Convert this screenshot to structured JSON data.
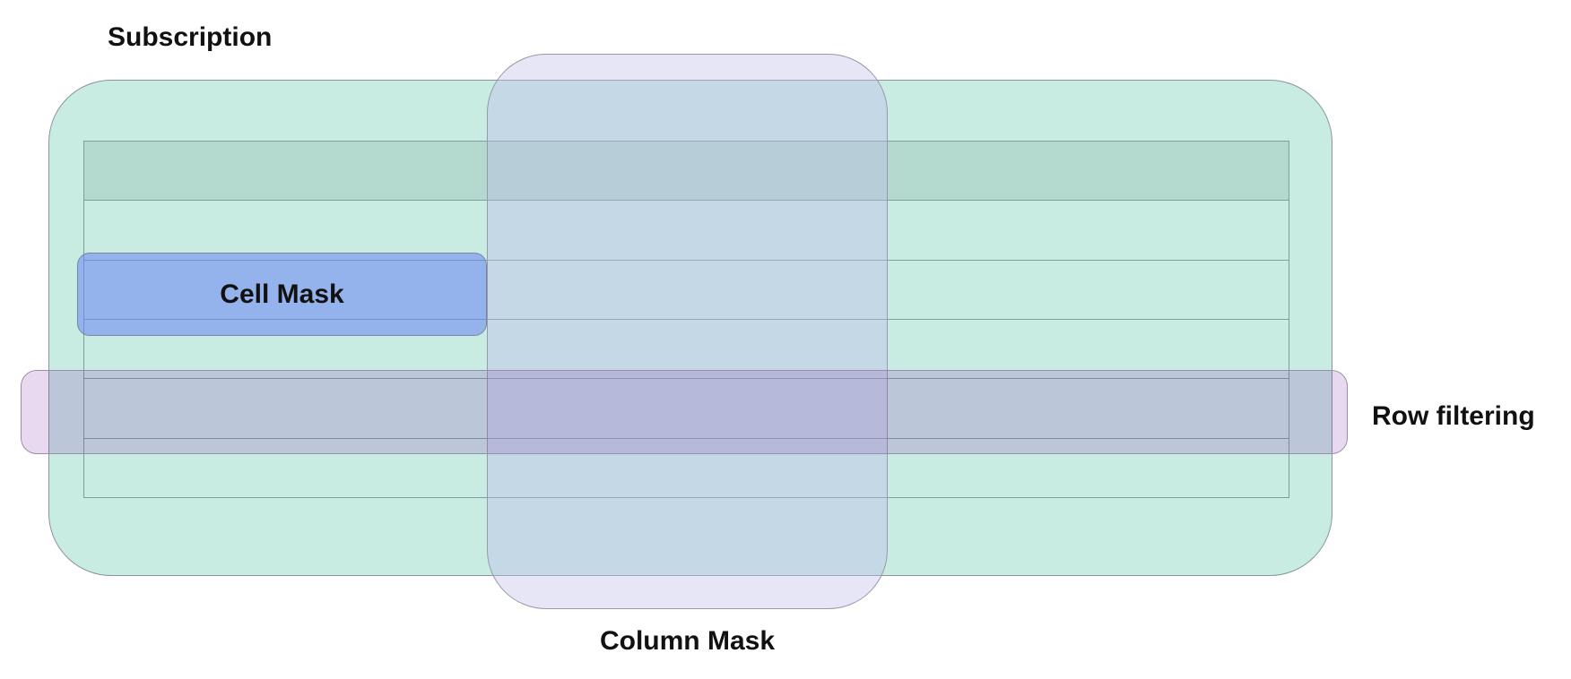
{
  "labels": {
    "subscription": "Subscription",
    "cell_mask": "Cell Mask",
    "column_mask": "Column Mask",
    "row_filtering": "Row filtering"
  },
  "table": {
    "rows": 6,
    "header_row_index": 0
  },
  "colors": {
    "subscription_fill": "rgba(145,215,197,0.5)",
    "subscription_stroke": "#8a95a0",
    "table_line": "rgba(70,95,100,0.55)",
    "table_header_fill": "rgba(60,110,95,0.15)",
    "cell_mask_fill": "rgba(106,131,244,0.55)",
    "cell_mask_stroke": "#7a85a5",
    "column_mask_fill": "rgba(190,190,235,0.38)",
    "column_mask_stroke": "#9898a8",
    "row_filter_fill": "rgba(130,40,170,0.18)",
    "row_filter_stroke": "#9a8fa8",
    "label_color": "#111111"
  }
}
